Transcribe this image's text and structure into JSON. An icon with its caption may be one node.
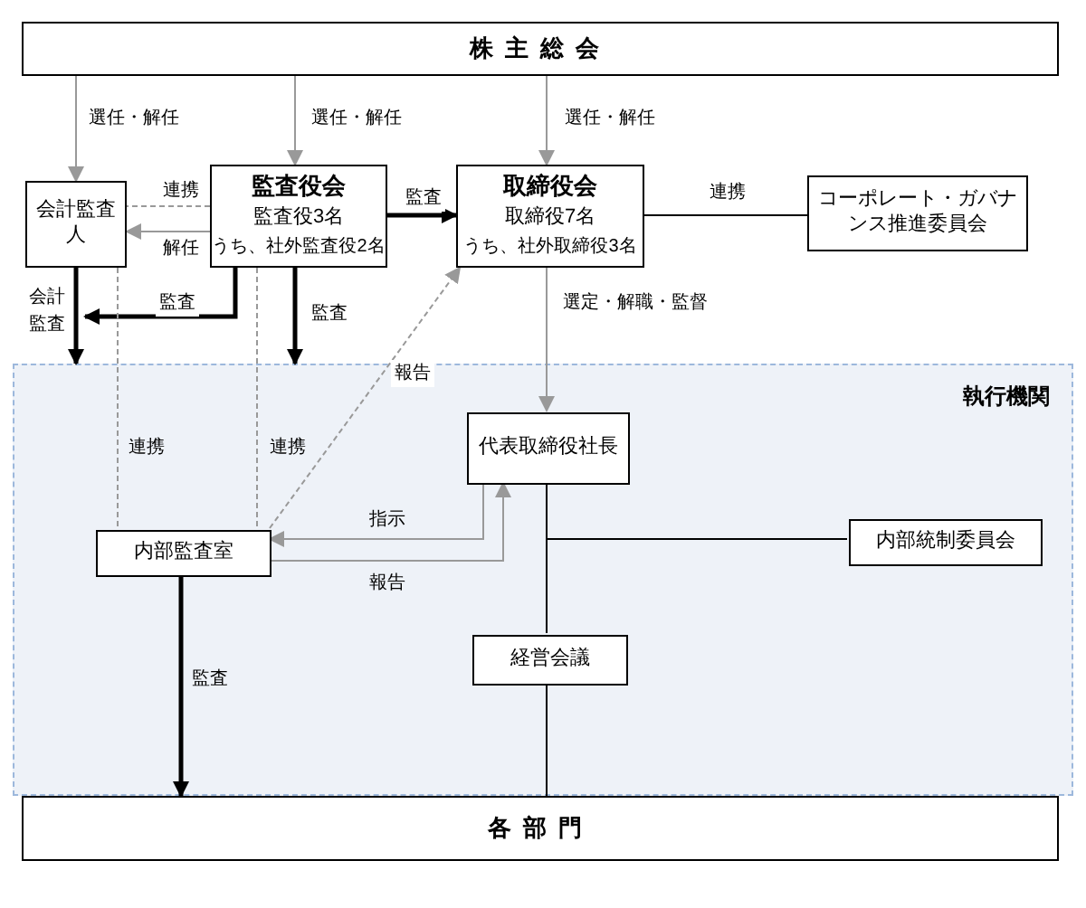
{
  "diagram": {
    "nodes": [
      {
        "text": [
          "株主総会"
        ]
      },
      {
        "text": [
          "会計監査人"
        ]
      },
      {
        "text": [
          "監査役会",
          "監査役3名",
          "うち、社外監査役2名"
        ]
      },
      {
        "text": [
          "取締役会",
          "取締役7名",
          "うち、社外取締役3名"
        ]
      },
      {
        "text": [
          "コーポレート・ガバナンス推進委員会"
        ]
      },
      {
        "text": [
          "執行機関"
        ]
      },
      {
        "text": [
          "代表取締役社長"
        ],
        "in": 5
      },
      {
        "text": [
          "内部監査室"
        ],
        "in": 5
      },
      {
        "text": [
          "内部統制委員会"
        ],
        "in": 5
      },
      {
        "text": [
          "経営会議"
        ],
        "in": 5
      },
      {
        "text": [
          "各部門"
        ]
      }
    ],
    "edges": [
      {
        "from": 0,
        "to": 1,
        "arrow": "to",
        "label": "選任・解任"
      },
      {
        "from": 0,
        "to": 2,
        "arrow": "to",
        "label": "選任・解任"
      },
      {
        "from": 0,
        "to": 3,
        "arrow": "to",
        "label": "選任・解任"
      },
      {
        "from": 2,
        "to": 1,
        "arrow": "none",
        "label": "連携",
        "style": "dashed"
      },
      {
        "from": 2,
        "to": 1,
        "arrow": "to",
        "label": "解任"
      },
      {
        "from": 2,
        "to": 3,
        "arrow": "to",
        "label": "監査",
        "style": "thick",
        "color": "#000000"
      },
      {
        "from": 3,
        "to": 4,
        "arrow": "none",
        "label": "連携",
        "color": "#000000"
      },
      {
        "from": 2,
        "to": 1,
        "arrow": "to",
        "label": "監査",
        "style": "thick",
        "color": "#000000"
      },
      {
        "from": 1,
        "to": 5,
        "arrow": "to",
        "label": "会計監査",
        "style": "thick",
        "color": "#000000"
      },
      {
        "from": 2,
        "to": 5,
        "arrow": "to",
        "label": "監査",
        "style": "thick",
        "color": "#000000"
      },
      {
        "from": 1,
        "to": 7,
        "arrow": "none",
        "label": "連携",
        "style": "dashed"
      },
      {
        "from": 2,
        "to": 7,
        "arrow": "none",
        "label": "連携",
        "style": "dashed"
      },
      {
        "from": 7,
        "to": 3,
        "arrow": "to",
        "label": "報告",
        "style": "dashed"
      },
      {
        "from": 3,
        "to": 6,
        "arrow": "to",
        "label": "選定・解職・監督"
      },
      {
        "from": 6,
        "to": 7,
        "arrow": "to",
        "label": "指示"
      },
      {
        "from": 7,
        "to": 6,
        "arrow": "to",
        "label": "報告"
      },
      {
        "from": 6,
        "to": 8,
        "arrow": "none",
        "color": "#000000"
      },
      {
        "from": 6,
        "to": 9,
        "arrow": "none",
        "color": "#000000"
      },
      {
        "from": 9,
        "to": 10,
        "arrow": "none",
        "color": "#000000"
      },
      {
        "from": 7,
        "to": 10,
        "arrow": "to",
        "label": "監査",
        "style": "thick",
        "color": "#000000"
      }
    ]
  }
}
